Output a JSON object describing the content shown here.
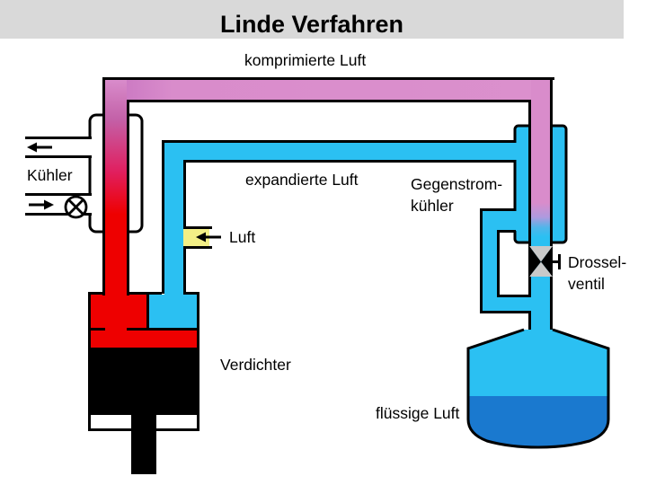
{
  "title": "Linde Verfahren",
  "labels": {
    "compressed_air": "komprimierte Luft",
    "expanded_air": "expandierte Luft",
    "cooler": "Kühler",
    "air_inlet": "Luft",
    "counterflow_cooler_line1": "Gegenstrom-",
    "counterflow_cooler_line2": "kühler",
    "throttle_valve_line1": "Drossel-",
    "throttle_valve_line2": "ventil",
    "compressor": "Verdichter",
    "liquid_air": "flüssige Luft"
  },
  "colors": {
    "titlebar_gray": "#d9d9d9",
    "pink": "#d98ccb",
    "pink_dark": "#c773c0",
    "magenta_mid": "#e02060",
    "red": "#ee0000",
    "cyan": "#2bc0f2",
    "pink_cyan_blend": "#ae9ade",
    "liquid_blue": "#1a79cf",
    "yellow": "#f3ef86",
    "valve_gray": "#c9c9c9",
    "outline_black": "#000000",
    "background": "#ffffff"
  }
}
